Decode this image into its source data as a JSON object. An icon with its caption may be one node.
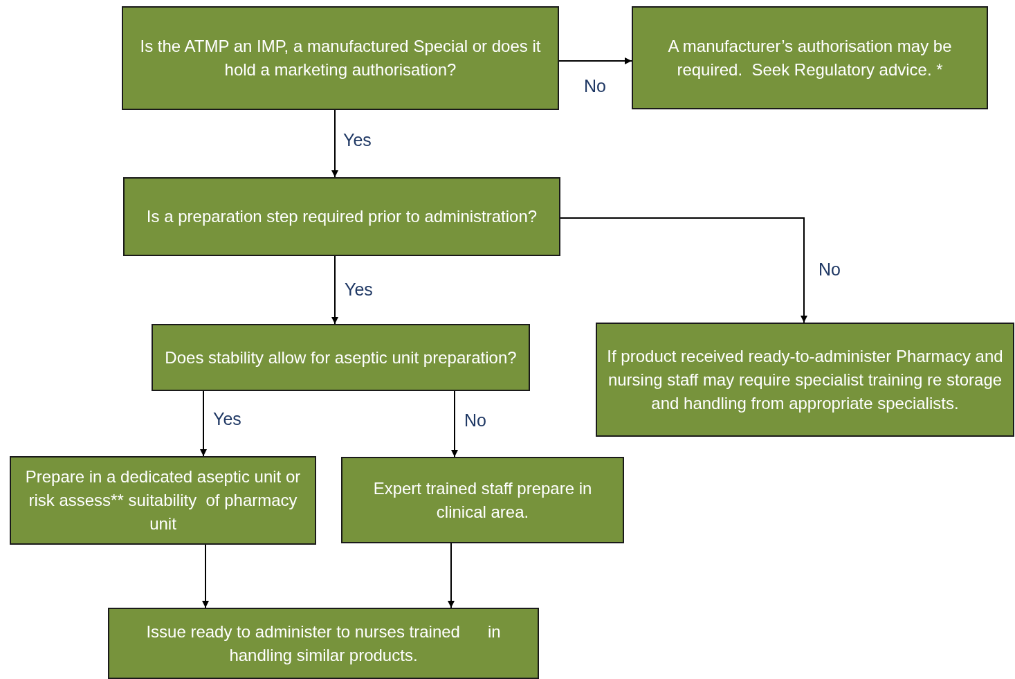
{
  "diagram": {
    "nodes": [
      {
        "text": [
          "Is the ATMP an IMP, a manufactured Special or does it hold a marketing authorisation?"
        ]
      },
      {
        "text": [
          "A manufacturer’s authorisation may be required.  Seek Regulatory advice. *"
        ]
      },
      {
        "text": [
          "Is a preparation step required prior to administration?"
        ]
      },
      {
        "text": [
          "Does stability allow for aseptic unit preparation?"
        ]
      },
      {
        "text": [
          "If product received ready-to-administer Pharmacy and nursing staff may require specialist training re storage and handling from appropriate specialists."
        ]
      },
      {
        "text": [
          "Prepare in a dedicated aseptic unit or risk assess** suitability  of pharmacy unit"
        ]
      },
      {
        "text": [
          "Expert trained staff prepare in clinical area."
        ]
      },
      {
        "text": [
          "Issue ready to administer to nurses trained      in handling similar products."
        ]
      }
    ],
    "edges": [
      {
        "from": 0,
        "to": 1,
        "label": "No",
        "arrow": "to"
      },
      {
        "from": 0,
        "to": 2,
        "label": "Yes",
        "arrow": "to"
      },
      {
        "from": 2,
        "to": 4,
        "label": "No",
        "arrow": "to"
      },
      {
        "from": 2,
        "to": 3,
        "label": "Yes",
        "arrow": "to"
      },
      {
        "from": 3,
        "to": 5,
        "label": "Yes",
        "arrow": "to"
      },
      {
        "from": 3,
        "to": 6,
        "label": "No",
        "arrow": "to"
      },
      {
        "from": 5,
        "to": 7,
        "arrow": "to"
      },
      {
        "from": 6,
        "to": 7,
        "arrow": "to"
      }
    ]
  }
}
